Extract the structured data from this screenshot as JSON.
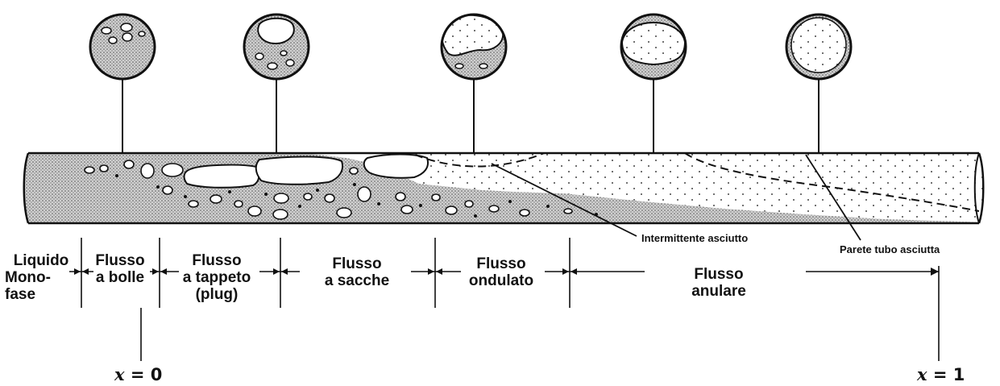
{
  "regimes": [
    {
      "line1": "Liquido",
      "line2": "Mono-",
      "line3": "fase"
    },
    {
      "line1": "Flusso",
      "line2": "a bolle"
    },
    {
      "line1": "Flusso",
      "line2": "a tappeto",
      "line3": "(plug)"
    },
    {
      "line1": "Flusso",
      "line2": "a sacche"
    },
    {
      "line1": "Flusso",
      "line2": "ondulato"
    },
    {
      "line1": "Flusso",
      "line2": "anulare"
    }
  ],
  "annotations": {
    "intermittent_dry": "Intermittente asciutto",
    "dry_wall": "Parete tubo asciutta"
  },
  "quality_markers": {
    "start": {
      "var": "x",
      "rest": " = 0"
    },
    "end": {
      "var": "x",
      "rest": " = 1"
    }
  },
  "cross_sections": [
    {
      "icon": "bubbly-cross-section-icon"
    },
    {
      "icon": "plug-cross-section-icon"
    },
    {
      "icon": "slug-cross-section-icon"
    },
    {
      "icon": "wavy-cross-section-icon"
    },
    {
      "icon": "annular-cross-section-icon"
    }
  ]
}
